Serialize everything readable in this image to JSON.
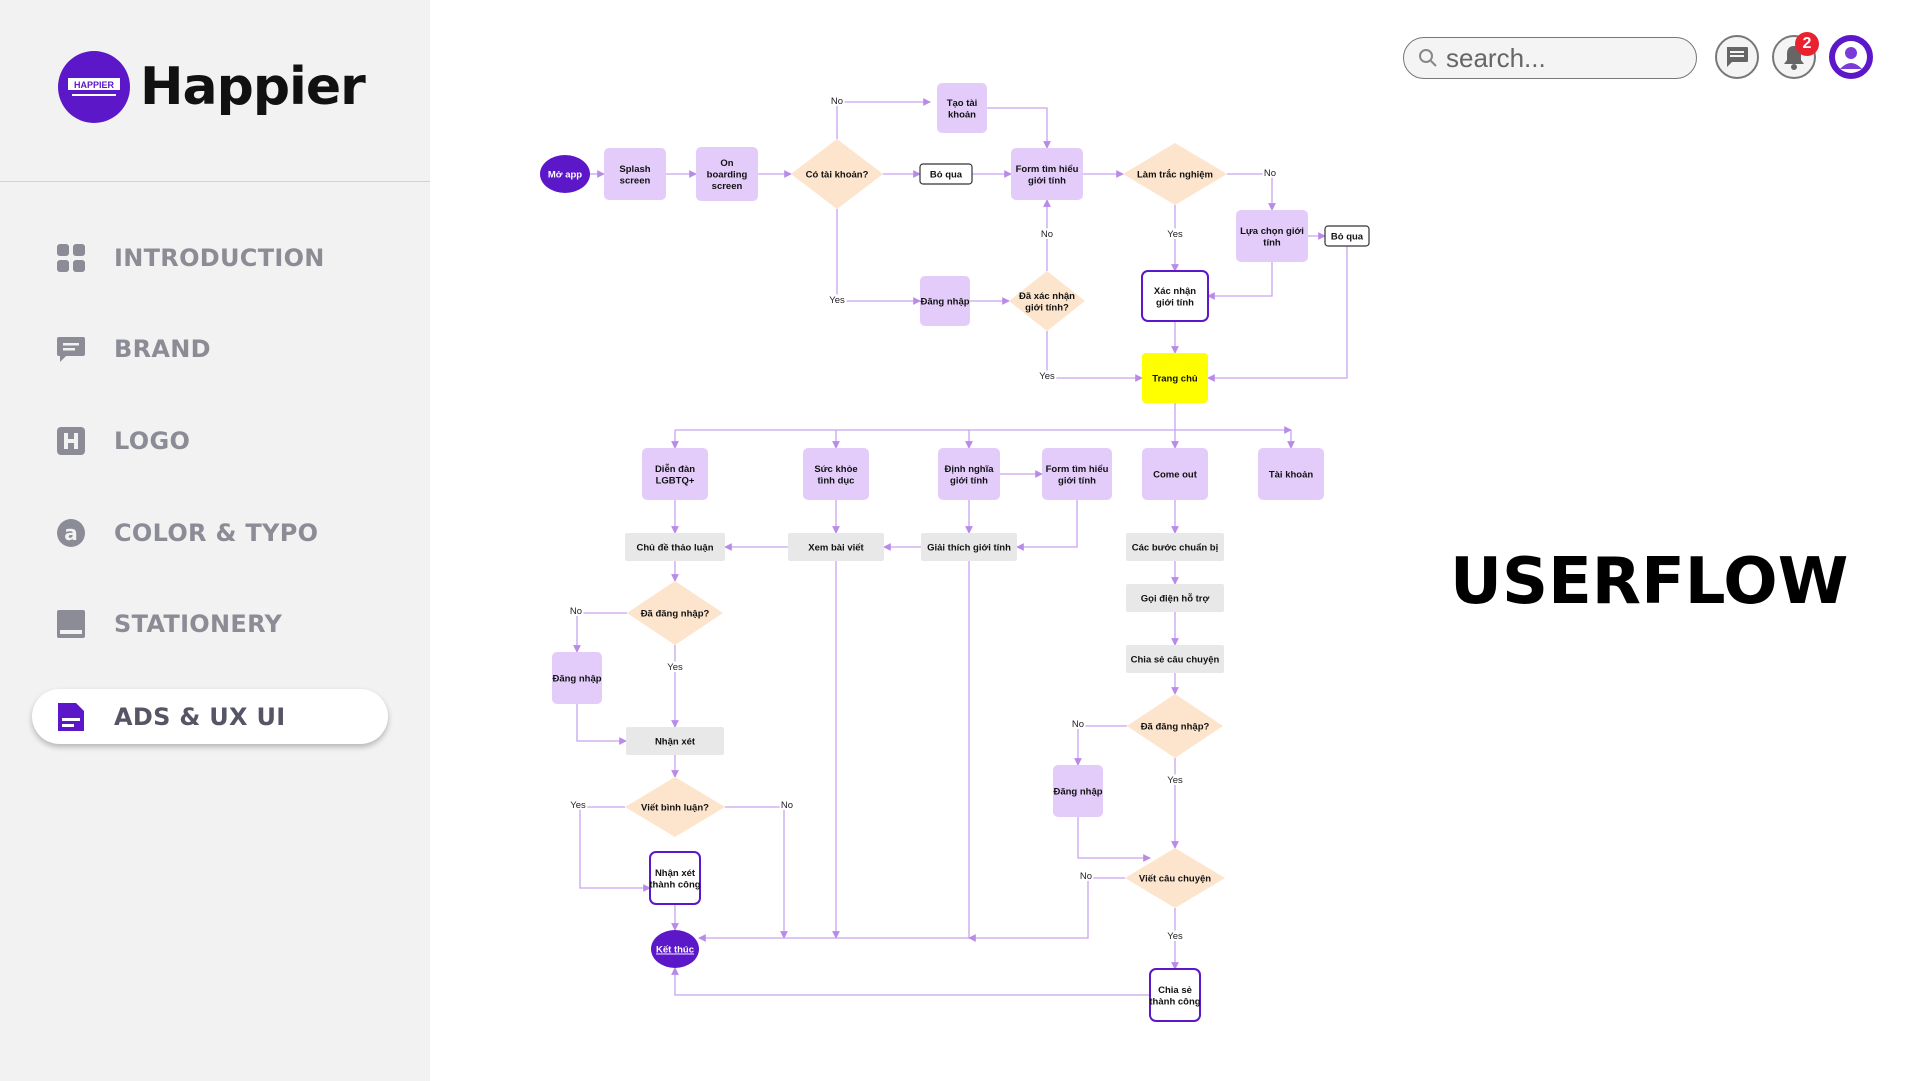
{
  "brand": {
    "name": "Happier",
    "logo_text": "HAPPIER"
  },
  "sidebar": {
    "items": [
      {
        "label": "INTRODUCTION",
        "icon": "grid-icon",
        "active": false
      },
      {
        "label": "BRAND",
        "icon": "chat-icon",
        "active": false
      },
      {
        "label": "LOGO",
        "icon": "h-square-icon",
        "active": false
      },
      {
        "label": "COLOR & TYPO",
        "icon": "at-circle-icon",
        "active": false
      },
      {
        "label": "STATIONERY",
        "icon": "book-icon",
        "active": false
      },
      {
        "label": "ADS & UX UI",
        "icon": "document-icon",
        "active": true
      }
    ]
  },
  "header": {
    "search_placeholder": "search...",
    "notification_count": "2"
  },
  "page": {
    "title": "USERFLOW"
  },
  "colors": {
    "brand_purple": "#5b17c8",
    "node_fill": "#e3ccfa",
    "decision_fill": "#fde4cc",
    "gray_box": "#e8e8e8",
    "highlight_yellow": "#ffff00",
    "line_purple": "#c7a3f0",
    "sidebar_bg": "#f2f2f2"
  },
  "flow": {
    "nodes": [
      {
        "label": "Mở app"
      },
      {
        "label": "Splash screen"
      },
      {
        "label": "On boarding screen"
      },
      {
        "label": "Có tài khoản?"
      },
      {
        "label": "Tạo tài khoản"
      },
      {
        "label": "Bỏ qua"
      },
      {
        "label": "Form tìm hiểu giới tính"
      },
      {
        "label": "Làm trắc nghiệm"
      },
      {
        "label": "Lựa chọn giới tính"
      },
      {
        "label": "Bỏ qua"
      },
      {
        "label": "Xác nhận giới tính"
      },
      {
        "label": "Đăng nhập"
      },
      {
        "label": "Đã xác nhận giới tính?"
      },
      {
        "label": "Trang chủ"
      },
      {
        "label": "Diễn đàn LGBTQ+"
      },
      {
        "label": "Sức khỏe tình dục"
      },
      {
        "label": "Định nghĩa giới tính"
      },
      {
        "label": "Form tìm hiểu giới tính"
      },
      {
        "label": "Come out"
      },
      {
        "label": "Tài khoản"
      },
      {
        "label": "Chủ đề thảo luận"
      },
      {
        "label": "Xem bài viết"
      },
      {
        "label": "Giải thích giới tính"
      },
      {
        "label": "Các bước chuẩn bị"
      },
      {
        "label": "Gọi điện hỗ trợ"
      },
      {
        "label": "Chia sẻ câu chuyện"
      },
      {
        "label": "Đã đăng nhập?"
      },
      {
        "label": "Đăng nhập"
      },
      {
        "label": "Nhận xét"
      },
      {
        "label": "Viết bình luận?"
      },
      {
        "label": "Nhận xét thành công"
      },
      {
        "label": "Kết thúc"
      },
      {
        "label": "Đã đăng nhập?"
      },
      {
        "label": "Đăng nhập"
      },
      {
        "label": "Viết câu chuyện"
      },
      {
        "label": "Chia sẻ thành công"
      }
    ],
    "edge_labels": [
      {
        "label": "No"
      },
      {
        "label": "Yes"
      },
      {
        "label": "No"
      },
      {
        "label": "Yes"
      },
      {
        "label": "No"
      },
      {
        "label": "Yes"
      },
      {
        "label": "No"
      },
      {
        "label": "Yes"
      },
      {
        "label": "Yes"
      },
      {
        "label": "No"
      },
      {
        "label": "No"
      },
      {
        "label": "Yes"
      },
      {
        "label": "No"
      },
      {
        "label": "Yes"
      }
    ]
  }
}
